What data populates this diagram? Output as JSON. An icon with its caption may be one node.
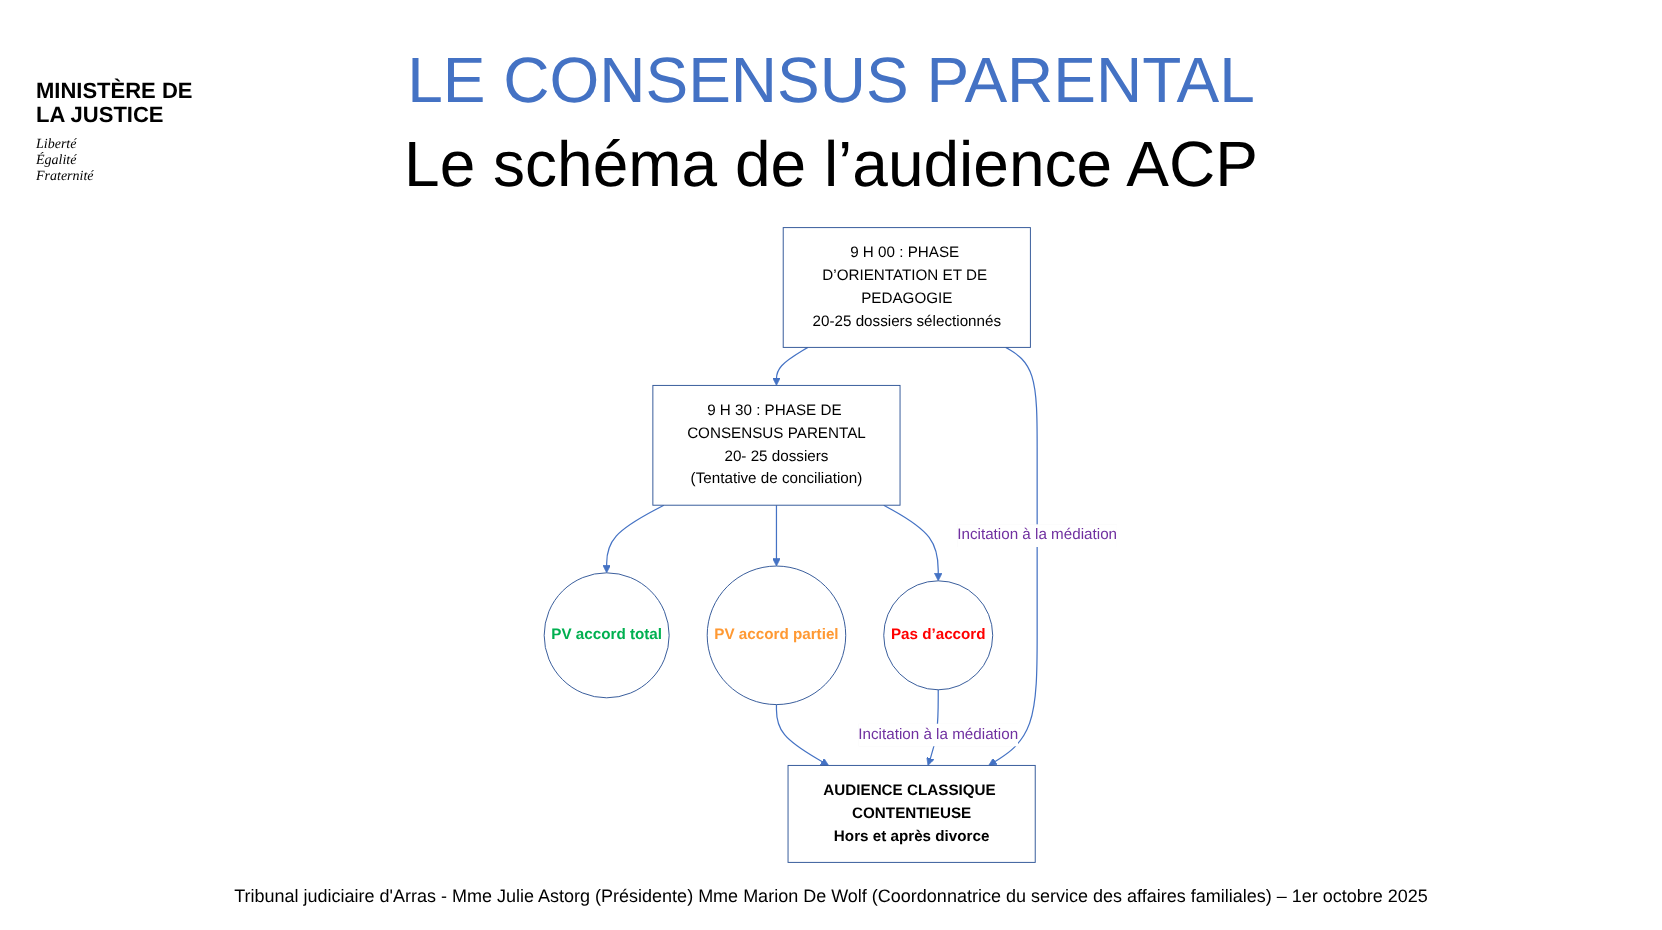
{
  "diagram": {
    "title": "LE CONSENSUS PARENTAL",
    "caption": "Tribunal judiciaire d'Arras - Mme Julie Astorg (Présidente) Mme Marion De Wolf (Coordonnatrice du service des affaires familiales) – 1er octobre  2025",
    "nodes": [
      {
        "text": [
          "9 H 00 : PHASE D’ORIENTATION ET DE PEDAGOGIE",
          "20-25 dossiers sélectionnés"
        ]
      },
      {
        "text": [
          "9 H 30 : PHASE DE CONSENSUS PARENTAL",
          "20- 25 dossiers",
          "(Tentative de conciliation)"
        ]
      },
      {
        "text": [
          "PV accord total"
        ]
      },
      {
        "text": [
          "PV accord partiel"
        ]
      },
      {
        "text": [
          "Pas d’accord"
        ]
      },
      {
        "text": [
          "AUDIENCE CLASSIQUE CONTENTIEUSE",
          "Hors et après divorce"
        ]
      }
    ],
    "edges": [
      {
        "from": 0,
        "to": 1,
        "arrow": "to"
      },
      {
        "from": 0,
        "to": 5,
        "arrow": "to",
        "label": "Incitation à la médiation"
      },
      {
        "from": 1,
        "to": 2,
        "arrow": "to"
      },
      {
        "from": 1,
        "to": 3,
        "arrow": "to"
      },
      {
        "from": 1,
        "to": 4,
        "arrow": "to"
      },
      {
        "from": 4,
        "to": 5,
        "arrow": "to",
        "label": "Incitation à la médiation"
      },
      {
        "from": 3,
        "to": 5,
        "arrow": "to"
      }
    ],
    "labels": [
      "MINISTÈRE DE LA JUSTICE",
      "Liberté Égalité Fraternité",
      "Le schéma de l’audience ACP"
    ]
  }
}
